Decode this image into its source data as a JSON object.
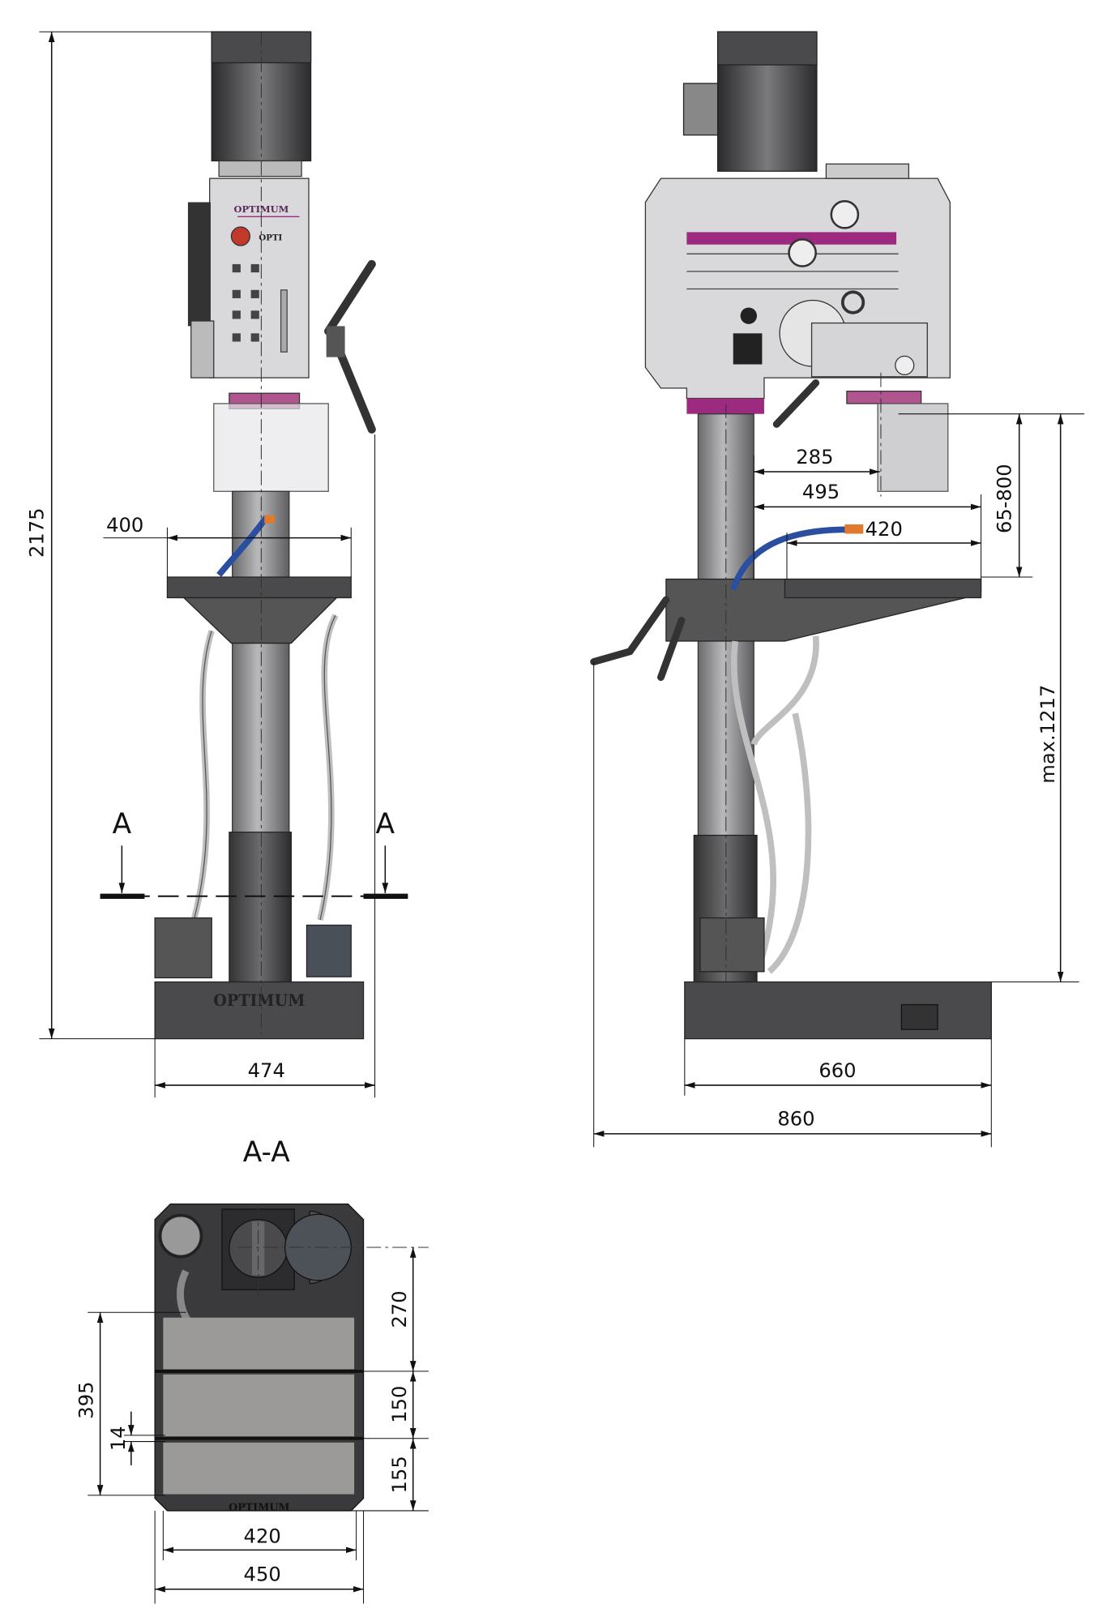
{
  "brand": {
    "name": "OPTIMUM",
    "sub": "OPTI",
    "base_lettering": "OPTIMUM"
  },
  "front_view": {
    "dims": {
      "height": "2175",
      "table_width": "400",
      "base_width": "474"
    },
    "section_marks": [
      "A",
      "A"
    ]
  },
  "side_view": {
    "dims": {
      "spindle_to_column": "285",
      "throat": "495",
      "table_reach": "420",
      "spindle_to_table": "65-800",
      "spindle_to_base": "max.1217",
      "base_depth": "660",
      "overall_depth": "860"
    }
  },
  "section": {
    "title": "A-A",
    "dims": {
      "d270": "270",
      "d150": "150",
      "d155": "155",
      "d395": "395",
      "d14": "14",
      "d420": "420",
      "d450": "450"
    }
  },
  "colors": {
    "body": "#d9d8da",
    "dark": "#3d3d40",
    "accent": "#9c2a7e",
    "hose": "#2a4fa0",
    "nozzle": "#e07a2e"
  }
}
